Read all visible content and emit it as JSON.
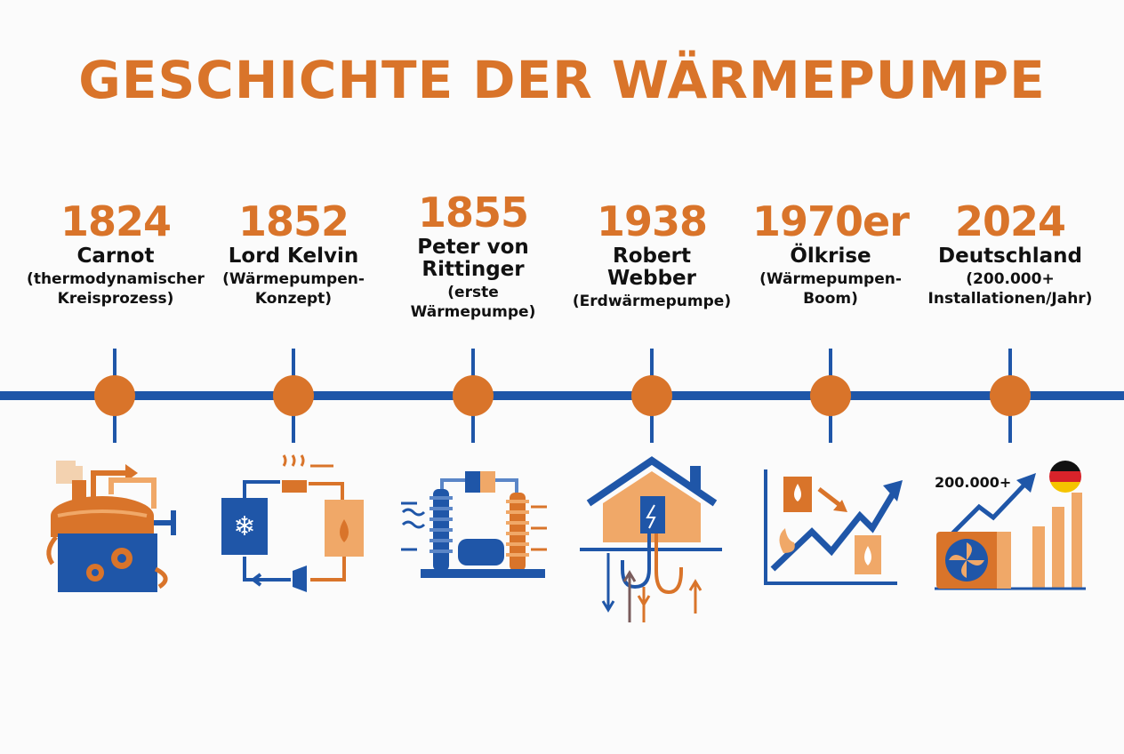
{
  "title": "GESCHICHTE DER WÄRMEPUMPE",
  "colors": {
    "accent": "#d9742a",
    "line": "#1f56a8",
    "light_accent": "#f0a868",
    "cream": "#f3d2b0"
  },
  "events": [
    {
      "year": "1824",
      "name": "Carnot",
      "desc": "(thermodynamischer\nKreisprozess)",
      "icon": "steam-engine-icon"
    },
    {
      "year": "1852",
      "name": "Lord Kelvin",
      "desc": "(Wärmepumpen-\nKonzept)",
      "icon": "heat-cycle-icon"
    },
    {
      "year": "1855",
      "name": "Peter von\nRittinger",
      "desc": "(erste\nWärmepumpe)",
      "icon": "heat-pump-machine-icon"
    },
    {
      "year": "1938",
      "name": "Robert\nWebber",
      "desc": "(Erdwärmepumpe)",
      "icon": "geothermal-house-icon"
    },
    {
      "year": "1970er",
      "name": "Ölkrise",
      "desc": "(Wärmepumpen-\nBoom)",
      "icon": "oil-crisis-chart-icon"
    },
    {
      "year": "2024",
      "name": "Deutschland",
      "desc": "(200.000+\nInstallationen/Jahr)",
      "icon": "growth-chart-icon",
      "icon_label": "200.000+"
    }
  ]
}
